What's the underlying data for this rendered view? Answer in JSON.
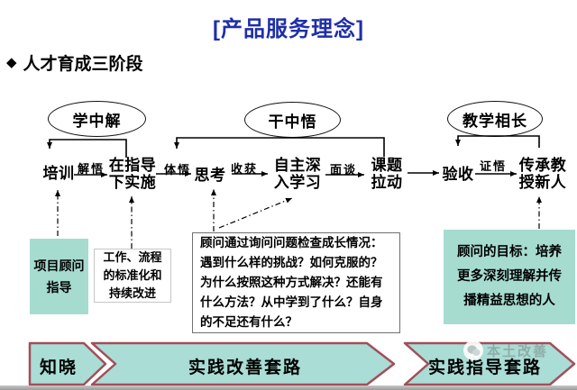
{
  "header": {
    "title": "[产品服务理念]",
    "subtitle_icon": "◆",
    "subtitle": "人才育成三阶段",
    "title_color": "#1e2fa8"
  },
  "stages": [
    {
      "label": "学中解"
    },
    {
      "label": "干中悟"
    },
    {
      "label": "教学相长"
    }
  ],
  "flow": {
    "nodes": [
      "培训",
      "在指导\n下实施",
      "思考",
      "自主深\n入学习",
      "课题\n拉动",
      "验收",
      "传承教\n授新人"
    ],
    "edge_labels": [
      "解悟",
      "体悟",
      "收获",
      "面谈",
      "证悟"
    ]
  },
  "notes": [
    {
      "text": "项目顾问\n指导",
      "style": "teal"
    },
    {
      "text": "工作、流程\n的标准化和\n持续改进",
      "style": "white"
    },
    {
      "text": "顾问通过询问问题检查成长情况：遇到什么样的挑战？如何克服的？为什么按照这种方式解决？还能有什么方法？从中学到了什么？自身的不足还有什么？",
      "style": "white"
    },
    {
      "text": "顾问的目标：培养\n更多深刻理解并传\n播精益思想的人",
      "style": "teal"
    }
  ],
  "banner": {
    "segments": [
      "知晓",
      "实践改善套路",
      "实践指导套路"
    ]
  },
  "watermark": {
    "text": "本土改善"
  },
  "colors": {
    "teal": "#a6dbd0",
    "banner_fill": "#a9ddd5",
    "banner_border": "#a24e59",
    "title_blue": "#1e2fa8"
  }
}
